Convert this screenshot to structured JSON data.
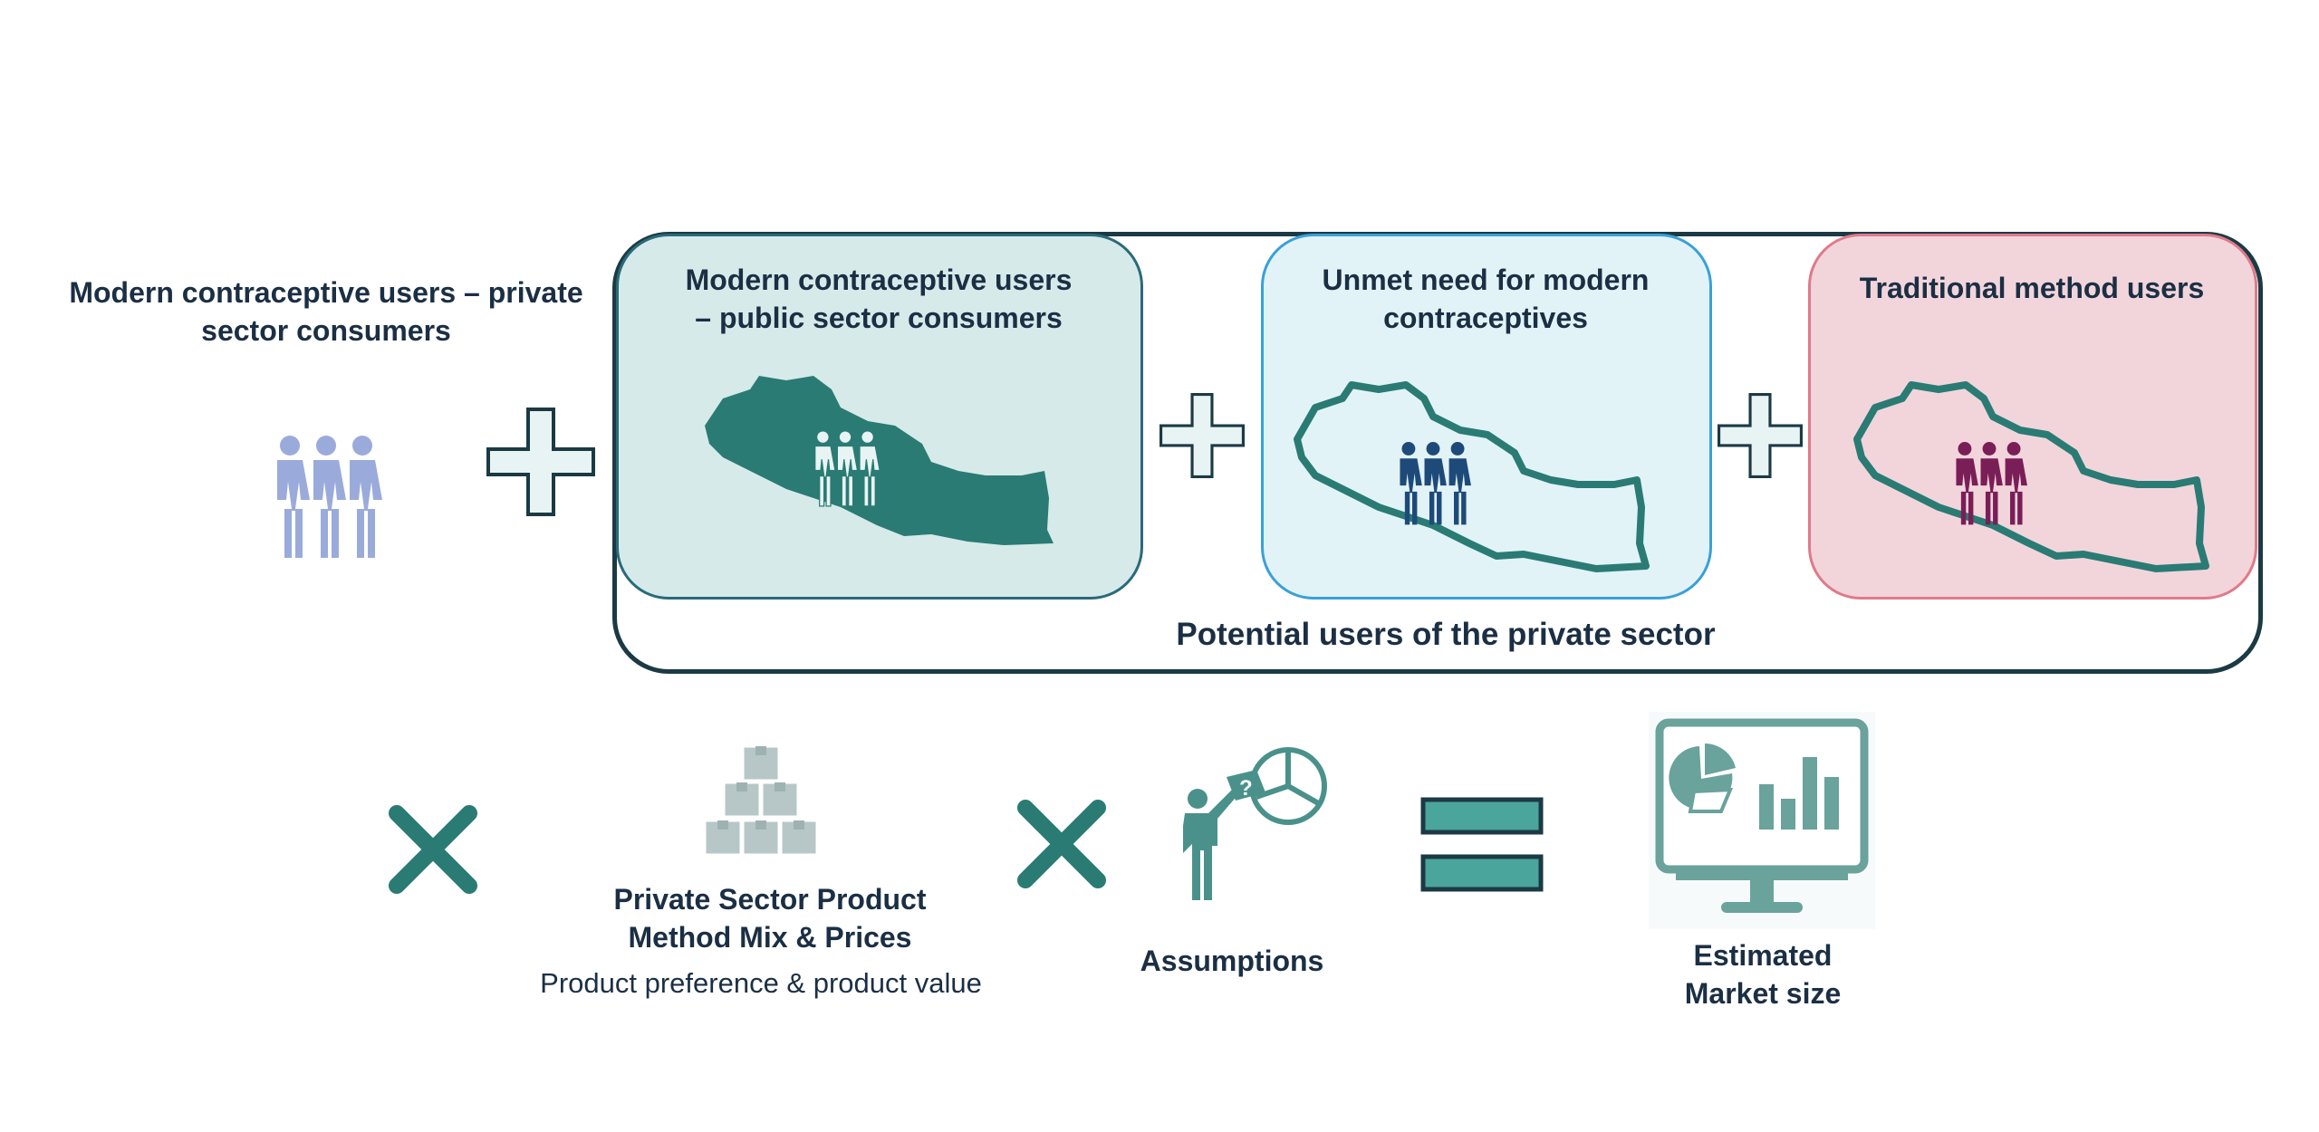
{
  "left_group": {
    "label_line1": "Modern contraceptive users – private",
    "label_line2": "sector consumers",
    "icon": "women-group-icon",
    "color": "#9aabdb"
  },
  "potential_group": {
    "caption": "Potential users of the private sector",
    "border_color": "#1b3a44",
    "boxes": [
      {
        "label_line1": "Modern contraceptive users",
        "label_line2": "– public sector consumers",
        "fill": "#d6eaea",
        "border": "#2a6a7a",
        "map": "nepal-map-filled-icon",
        "people_color": "#e8f4f4"
      },
      {
        "label_line1": "Unmet need for modern",
        "label_line2": "contraceptives",
        "fill": "#e2f3f7",
        "border": "#3aa0d8",
        "map": "nepal-map-outline-icon",
        "people_color": "#1e4a7a"
      },
      {
        "label_line1": "Traditional method users",
        "label_line2": "",
        "fill": "#f2d5db",
        "border": "#e07a8a",
        "map": "nepal-map-outline-icon",
        "people_color": "#7a1e58"
      }
    ]
  },
  "operators": {
    "plus": "plus-icon",
    "times": "multiply-icon",
    "equals": "equals-icon",
    "color": "#2a7b74"
  },
  "bottom": {
    "product": {
      "title_line1": "Private Sector Product",
      "title_line2": "Method Mix & Prices",
      "subtitle": "Product preference & product value",
      "icon": "boxes-pyramid-icon"
    },
    "assumptions": {
      "title": "Assumptions",
      "icon": "presenter-pie-chart-icon"
    },
    "result": {
      "title_line1": "Estimated",
      "title_line2": "Market size",
      "icon": "monitor-dashboard-icon"
    }
  }
}
